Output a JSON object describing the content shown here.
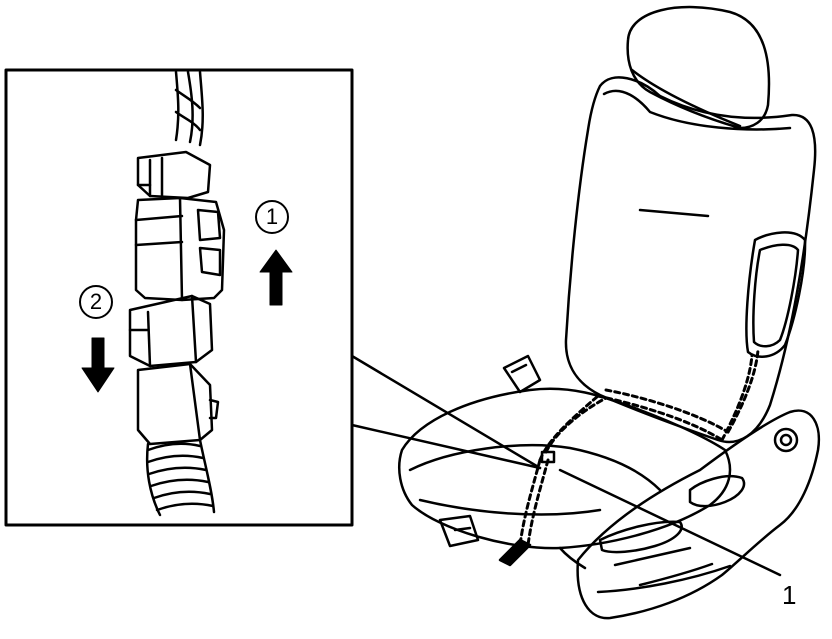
{
  "diagram": {
    "callouts": {
      "part_number": "1",
      "step_one": "1",
      "step_two": "2"
    }
  }
}
